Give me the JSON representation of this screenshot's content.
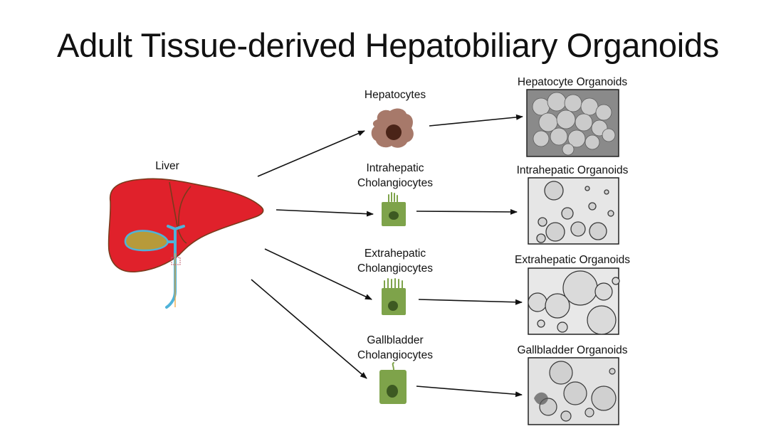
{
  "title": "Adult Tissue-derived Hepatobiliary Organoids",
  "source": {
    "label": "Liver"
  },
  "cells": [
    {
      "id": "hepatocytes",
      "label": "Hepatocytes",
      "icon": "hepatocyte-cell-icon"
    },
    {
      "id": "intrahepatic",
      "label": "Intrahepatic Cholangiocytes",
      "icon": "columnar-cholangiocyte-icon"
    },
    {
      "id": "extrahepatic",
      "label": "Extrahepatic Cholangiocytes",
      "icon": "ciliated-cholangiocyte-icon"
    },
    {
      "id": "gallbladder",
      "label": "Gallbladder Cholangiocytes",
      "icon": "gallbladder-cholangiocyte-icon"
    }
  ],
  "organoids": [
    {
      "id": "hepatocyte-organoids",
      "label": "Hepatocyte Organoids"
    },
    {
      "id": "intrahepatic-organoids",
      "label": "Intrahepatic Organoids"
    },
    {
      "id": "extrahepatic-organoids",
      "label": "Extrahepatic Organoids"
    },
    {
      "id": "gallbladder-organoids",
      "label": "Gallbladder Organoids"
    }
  ],
  "colors": {
    "liver": "#e0212b",
    "liver_outline": "#7a3a1c",
    "bile_duct": "#4fb3d9",
    "gallbladder": "#b79a3a",
    "hepatocyte": "#a7796a",
    "nucleus_dark": "#4a2418",
    "cholangiocyte": "#7ea34a",
    "cholangiocyte_nucleus": "#3d5a22"
  }
}
